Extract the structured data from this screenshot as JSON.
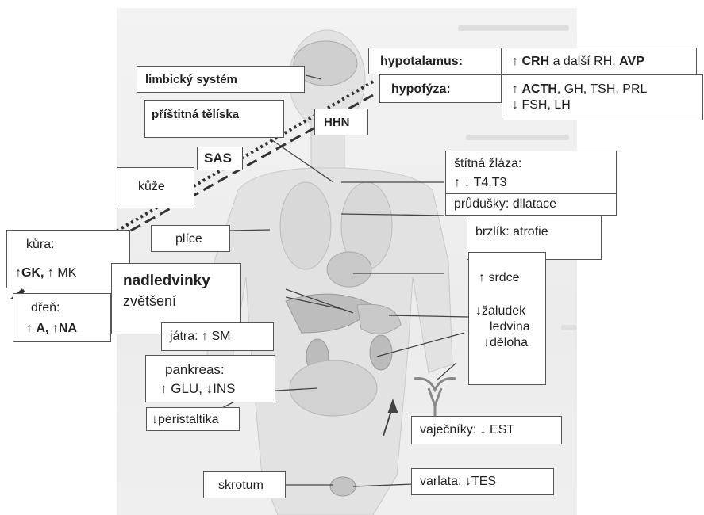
{
  "labels": {
    "limbicky": "limbický systém",
    "pristitna": "příštitná tělíska",
    "hhn": "HHN",
    "sas": "SAS",
    "kuze": "kůže",
    "plice": "plíce",
    "kura_title": "kůra:",
    "kura_gk": "GK,",
    "kura_mk": "MK",
    "dren_title": "dřeň:",
    "dren_a": "A,",
    "dren_na": "NA",
    "nadledvinky_title": "nadledvinky",
    "nadledvinky_sub": "zvětšení",
    "jatra_prefix": "játra:",
    "jatra_value": "SM",
    "pankreas_title": "pankreas:",
    "pankreas_glu": "GLU,",
    "pankreas_ins": "INS",
    "peristaltika": "peristaltika",
    "skrotum": "skrotum",
    "hypotalamus_title": "hypotalamus:",
    "hypotalamus_crh": "CRH",
    "hypotalamus_mid": "a další RH,",
    "hypotalamus_avp": "AVP",
    "hypofyza_title": "hypofýza:",
    "hypofyza_acth": "ACTH",
    "hypofyza_rest": ", GH, TSH, PRL",
    "hypofyza_line2": "FSH, LH",
    "stitna_title": "štítná žláza:",
    "stitna_value": "T4,T3",
    "prudusky": "průdušky: dilatace",
    "brzlik": "brzlík: atrofie",
    "srdce": "srdce",
    "zaludek": "žaludek",
    "ledvina": "ledvina",
    "deloha": "děloha",
    "vajecniky_prefix": "vaječníky:",
    "vajecniky_value": "EST",
    "varlata_prefix": "varlata:",
    "varlata_value": "TES"
  },
  "symbols": {
    "up": "↑",
    "down": "↓"
  }
}
